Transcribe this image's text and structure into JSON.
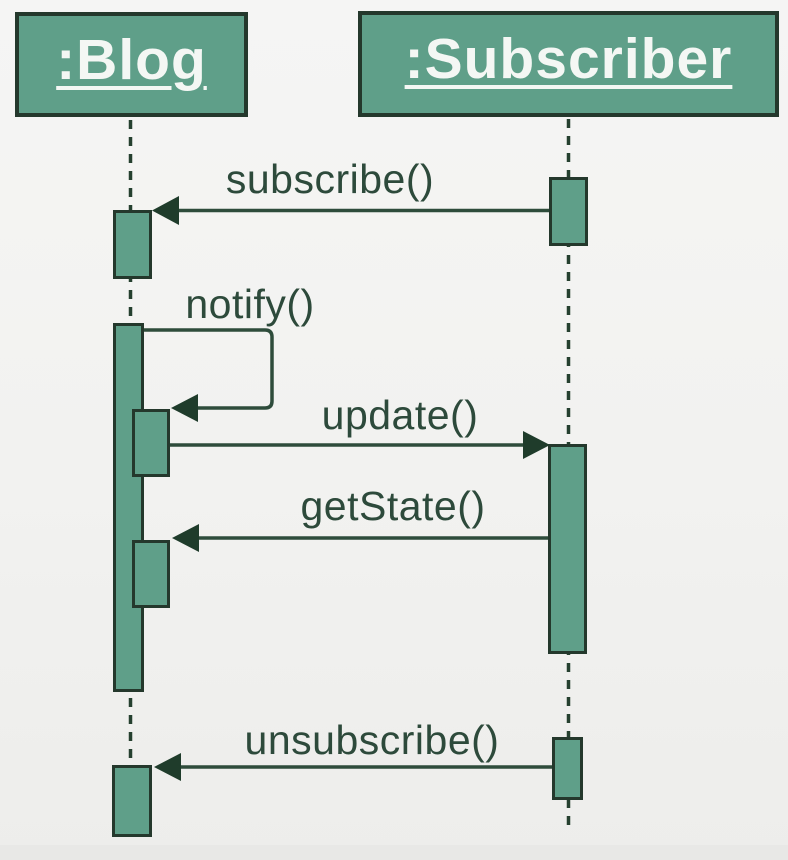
{
  "diagram_type": "uml-sequence",
  "actors": [
    {
      "name": ":Blog"
    },
    {
      "name": ":Subscriber"
    }
  ],
  "messages": [
    {
      "label": "subscribe()",
      "from": ":Subscriber",
      "to": ":Blog",
      "self": false
    },
    {
      "label": "notify()",
      "from": ":Blog",
      "to": ":Blog",
      "self": true
    },
    {
      "label": "update()",
      "from": ":Blog",
      "to": ":Subscriber",
      "self": false
    },
    {
      "label": "getState()",
      "from": ":Subscriber",
      "to": ":Blog",
      "self": false
    },
    {
      "label": "unsubscribe()",
      "from": ":Subscriber",
      "to": ":Blog",
      "self": false
    }
  ],
  "colors": {
    "background": "#f2f2f0",
    "band_bottom": "#e8e8e6",
    "actor_fill": "#5f9f89",
    "actor_border": "#24382c",
    "actor_text": "#f4f7f4",
    "lifeline": "#25402f",
    "message_line": "#2e4c3b",
    "arrowhead": "#1f3c2b",
    "label_text": "#2d4a3b"
  }
}
